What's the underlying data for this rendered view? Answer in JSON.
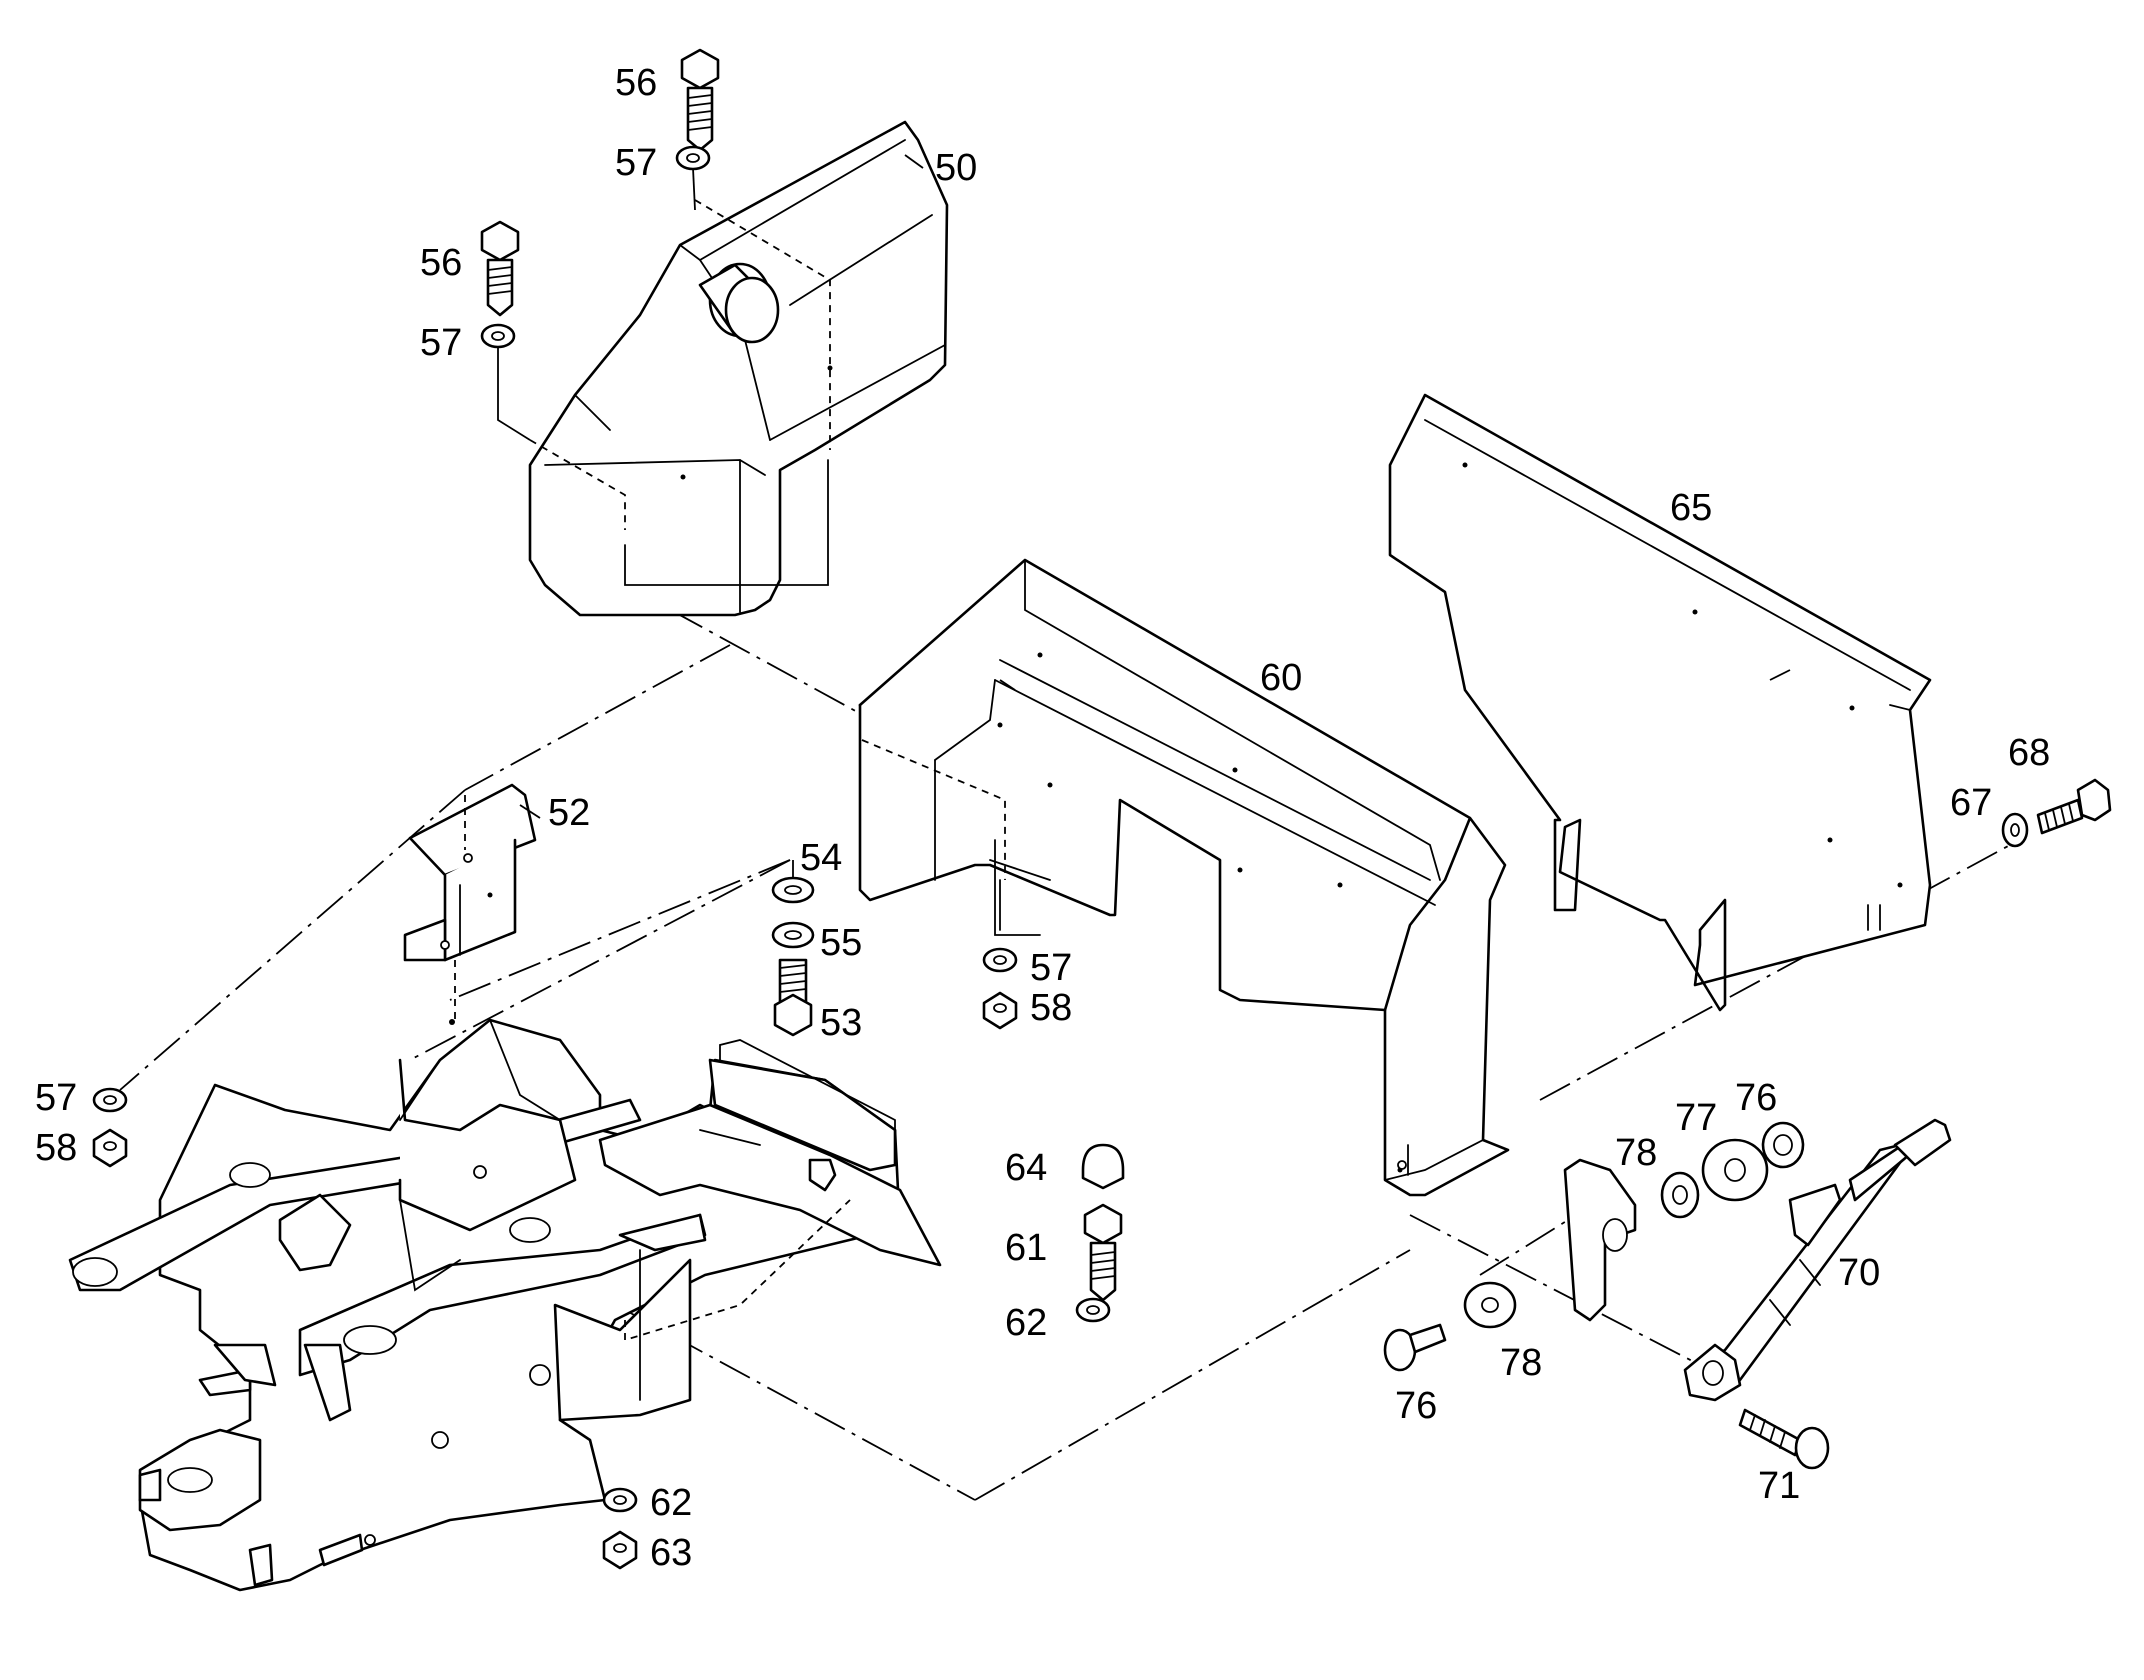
{
  "labels": [
    {
      "id": "l50",
      "text": "50"
    },
    {
      "id": "l52",
      "text": "52"
    },
    {
      "id": "l53",
      "text": "53"
    },
    {
      "id": "l54",
      "text": "54"
    },
    {
      "id": "l55",
      "text": "55"
    },
    {
      "id": "l56a",
      "text": "56"
    },
    {
      "id": "l56b",
      "text": "56"
    },
    {
      "id": "l57a",
      "text": "57"
    },
    {
      "id": "l57b",
      "text": "57"
    },
    {
      "id": "l57c",
      "text": "57"
    },
    {
      "id": "l57d",
      "text": "57"
    },
    {
      "id": "l58a",
      "text": "58"
    },
    {
      "id": "l58b",
      "text": "58"
    },
    {
      "id": "l60",
      "text": "60"
    },
    {
      "id": "l61",
      "text": "61"
    },
    {
      "id": "l62a",
      "text": "62"
    },
    {
      "id": "l62b",
      "text": "62"
    },
    {
      "id": "l63",
      "text": "63"
    },
    {
      "id": "l64",
      "text": "64"
    },
    {
      "id": "l65",
      "text": "65"
    },
    {
      "id": "l67",
      "text": "67"
    },
    {
      "id": "l68",
      "text": "68"
    },
    {
      "id": "l70",
      "text": "70"
    },
    {
      "id": "l71",
      "text": "71"
    },
    {
      "id": "l76a",
      "text": "76"
    },
    {
      "id": "l76b",
      "text": "76"
    },
    {
      "id": "l77",
      "text": "77"
    },
    {
      "id": "l78a",
      "text": "78"
    },
    {
      "id": "l78b",
      "text": "78"
    }
  ]
}
